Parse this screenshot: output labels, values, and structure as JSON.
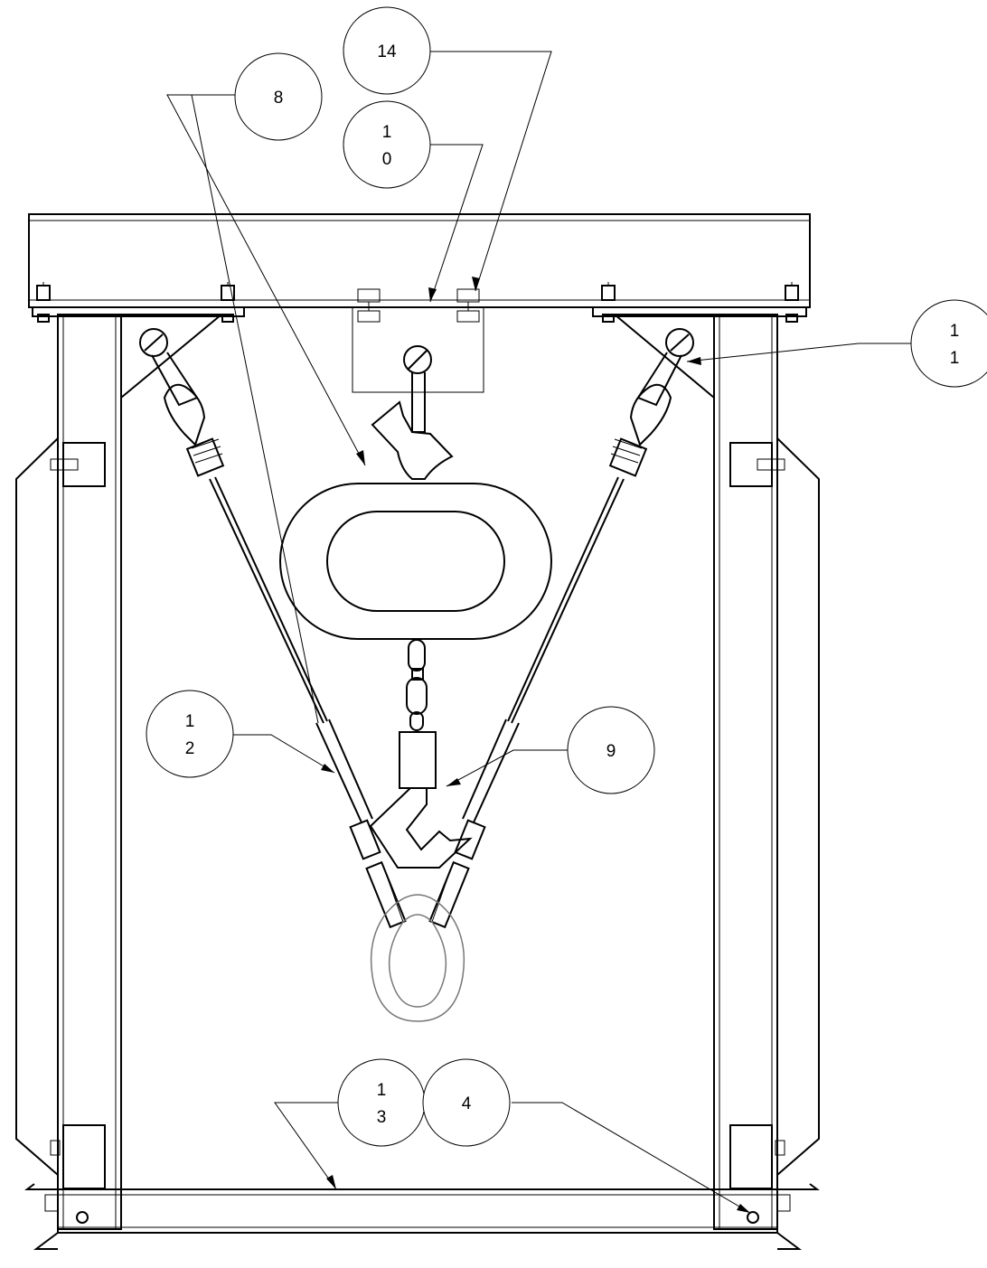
{
  "callouts": [
    {
      "id": "c14",
      "line1": "14",
      "line2": ""
    },
    {
      "id": "c8",
      "line1": "8",
      "line2": ""
    },
    {
      "id": "c10",
      "line1": "1",
      "line2": "0"
    },
    {
      "id": "c11",
      "line1": "1",
      "line2": "1"
    },
    {
      "id": "c12",
      "line1": "1",
      "line2": "2"
    },
    {
      "id": "c9",
      "line1": "9",
      "line2": ""
    },
    {
      "id": "c13",
      "line1": "1",
      "line2": "3"
    },
    {
      "id": "c4",
      "line1": "4",
      "line2": ""
    }
  ]
}
